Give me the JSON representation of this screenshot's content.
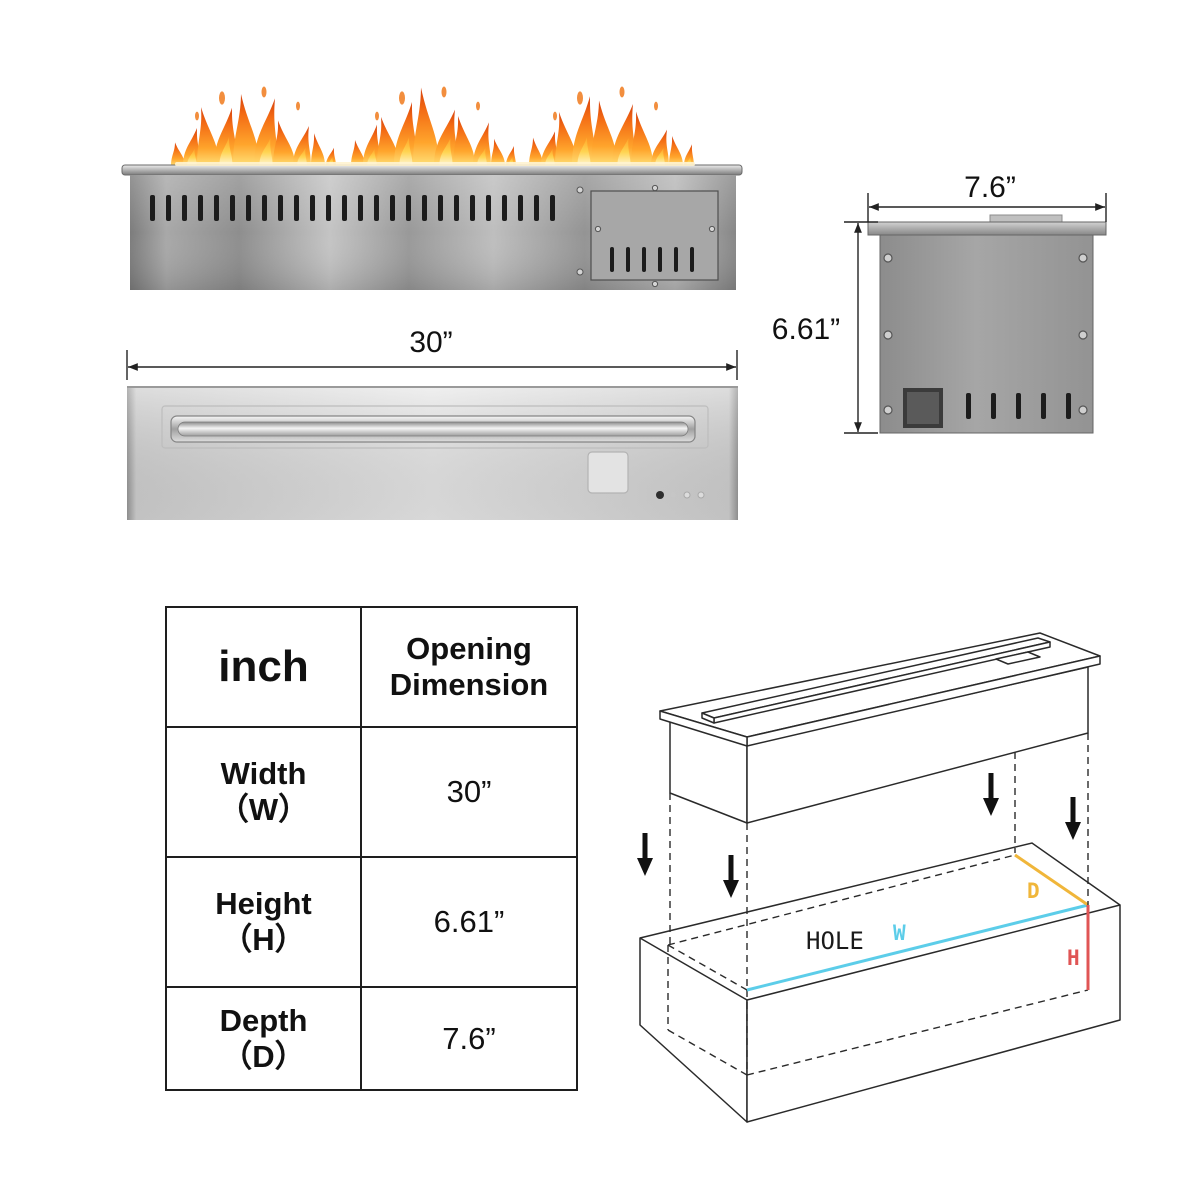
{
  "dimensions": {
    "width": "30”",
    "depth": "7.6”",
    "height": "6.61”"
  },
  "table": {
    "header_unit": "inch",
    "header_value": "Opening Dimension",
    "rows": [
      {
        "name": "Width",
        "symbol": "（W）",
        "value": "30”"
      },
      {
        "name": "Height",
        "symbol": "（H）",
        "value": "6.61”"
      },
      {
        "name": "Depth",
        "symbol": "（D）",
        "value": "7.6”"
      }
    ]
  },
  "install_diagram": {
    "hole_label": "HOLE",
    "w_label": "W",
    "d_label": "D",
    "h_label": "H"
  },
  "colors": {
    "w_line": "#5ccde9",
    "d_line": "#f0b63a",
    "h_line": "#e05555",
    "flame": "#f7821e",
    "steel": "#a3a3a3"
  },
  "icons": {
    "arrows": "down-arrow-icon",
    "flames": "flame-icon"
  }
}
